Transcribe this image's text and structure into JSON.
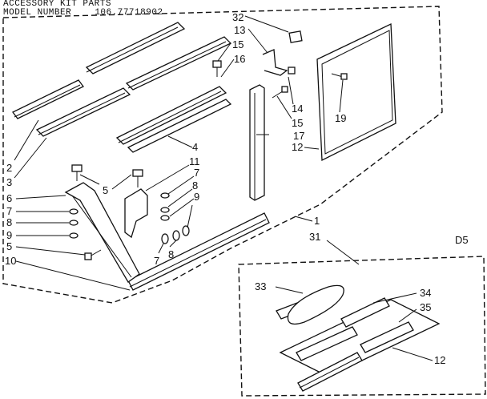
{
  "header": {
    "title": "ACCESSORY KIT PARTS",
    "model_label": "MODEL NUMBER",
    "model_number": "106.77718902"
  },
  "page_code": "D5",
  "callouts": {
    "c32": "32",
    "c13": "13",
    "c15a": "15",
    "c16": "16",
    "c14": "14",
    "c15b": "15",
    "c17": "17",
    "c12a": "12",
    "c19": "19",
    "c4": "4",
    "c11": "11",
    "c7a": "7",
    "c8a": "8",
    "c9a": "9",
    "c2": "2",
    "c3": "3",
    "c6": "6",
    "c7b": "7",
    "c8b": "8",
    "c9b": "9",
    "c5a": "5",
    "c5b": "5",
    "c10": "10",
    "c7c": "7",
    "c8c": "8",
    "c1": "1",
    "c31": "31",
    "c33": "33",
    "c34": "34",
    "c35": "35",
    "c12b": "12"
  }
}
